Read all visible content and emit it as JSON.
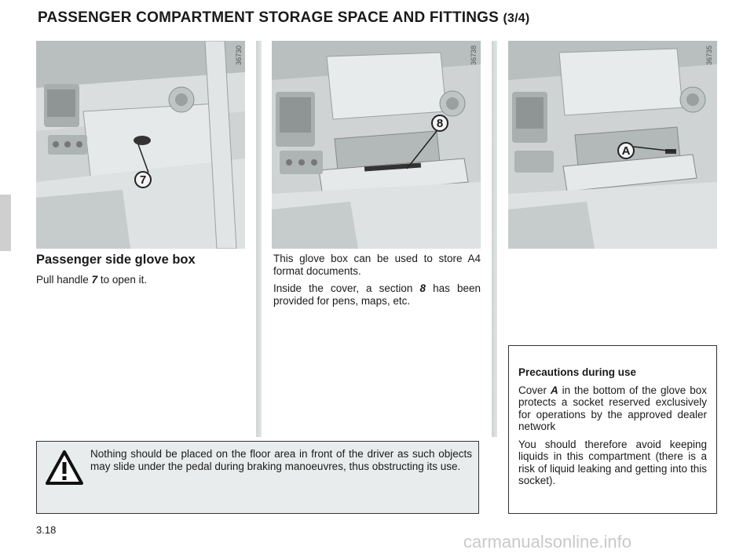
{
  "header": {
    "title_main": "PASSENGER COMPARTMENT STORAGE SPACE AND FITTINGS",
    "title_sub": "(3/4)"
  },
  "images": [
    {
      "code": "36730",
      "callout": "7"
    },
    {
      "code": "36738",
      "callout": "8"
    },
    {
      "code": "36735",
      "callout": "A"
    }
  ],
  "section1": {
    "heading": "Passenger side glove box",
    "line_before": "Pull handle ",
    "ref": "7",
    "line_after": " to open it."
  },
  "section2": {
    "p1": "This glove box can be used to store A4 format documents.",
    "p2_before": "Inside the cover, a section ",
    "p2_ref": "8",
    "p2_after": " has been provided for pens, maps, etc."
  },
  "warning": {
    "icon": "warning-triangle-icon",
    "text": "Nothing should be placed on the floor area in front of the driver as such objects may slide under the pedal during braking manoeuvres, thus obstructing its use."
  },
  "precautions": {
    "heading": "Precautions during use",
    "p1_before": "Cover ",
    "p1_ref": "A",
    "p1_after": " in the bottom of the glove box protects a socket reserved exclusively for operations by the approved dealer network",
    "p2": "You should therefore avoid keeping liquids in this compartment (there is a risk of liquid leaking and getting into this socket)."
  },
  "footer": {
    "page_number": "3.18",
    "watermark": "carmanualsonline.info"
  }
}
